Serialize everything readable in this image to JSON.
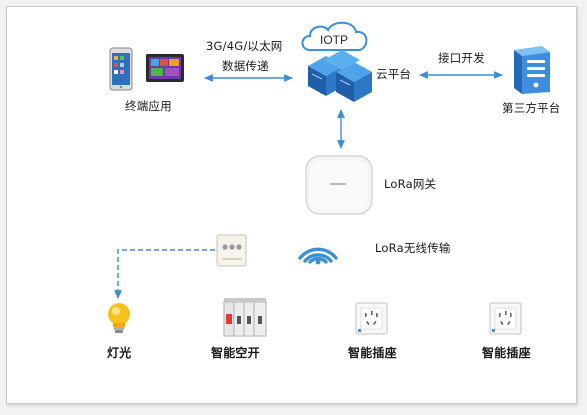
{
  "diagram": {
    "nodes": {
      "cloud": {
        "title": "IOTP",
        "label": "云平台"
      },
      "terminal": {
        "label": "终端应用"
      },
      "third_party": {
        "label": "第三方平台"
      },
      "gateway": {
        "label": "LoRa网关"
      },
      "wireless": {
        "label": "LoRa无线传输"
      },
      "light": {
        "label": "灯光"
      },
      "air_switch": {
        "label": "智能空开"
      },
      "socket_1": {
        "label": "智能插座"
      },
      "socket_2": {
        "label": "智能插座"
      }
    },
    "edges": {
      "terminal_cloud": {
        "line1": "3G/4G/以太网",
        "line2": "数据传递"
      },
      "cloud_third_party": {
        "label": "接口开发"
      }
    },
    "icons": [
      "smartphone-icon",
      "tablet-icon",
      "server-rack-icon",
      "server-icon",
      "access-point-icon",
      "wireless-signal-icon",
      "light-switch-icon",
      "light-bulb-icon",
      "circuit-breaker-icon",
      "wall-socket-icon"
    ],
    "colors": {
      "arrow": "#3b8ed6",
      "cloud_blue": "#3a8fd9",
      "server_blue": "#3d8ee0",
      "bulb_yellow": "#f5c21b"
    }
  }
}
